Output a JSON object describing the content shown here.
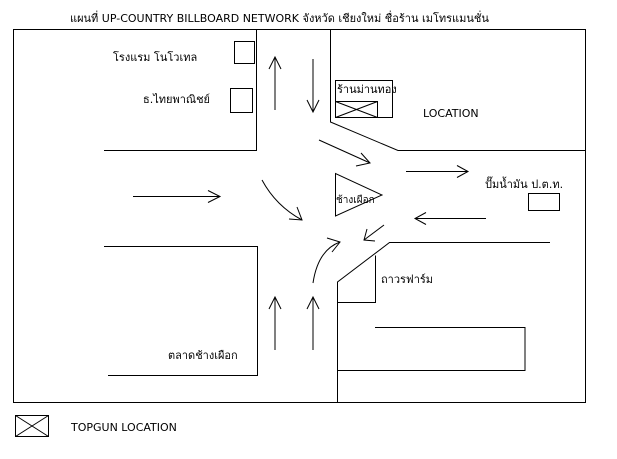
{
  "title": "แผนที่ UP-COUNTRY BILLBOARD NETWORK จังหวัด เชียงใหม่ ชื่อร้าน เมโทรแมนชั่น",
  "labels": {
    "hotel": "โรงแรม โนโวเทล",
    "bank": "ธ.ไทยพาณิชย์",
    "gold_shop": "ร้านม่านทอง",
    "location": "LOCATION",
    "gas_station": "ปั๊มน้ำมัน ป.ต.ท.",
    "white_elephant": "ช้างเผือก",
    "thavorn_farm": "ถาวรฟาร์ม",
    "market": "ตลาดช้างเผือก"
  },
  "legend": {
    "label": "TOPGUN LOCATION",
    "icon": "crossed-box-icon"
  },
  "colors": {
    "ink": "#000000",
    "background": "#ffffff"
  }
}
